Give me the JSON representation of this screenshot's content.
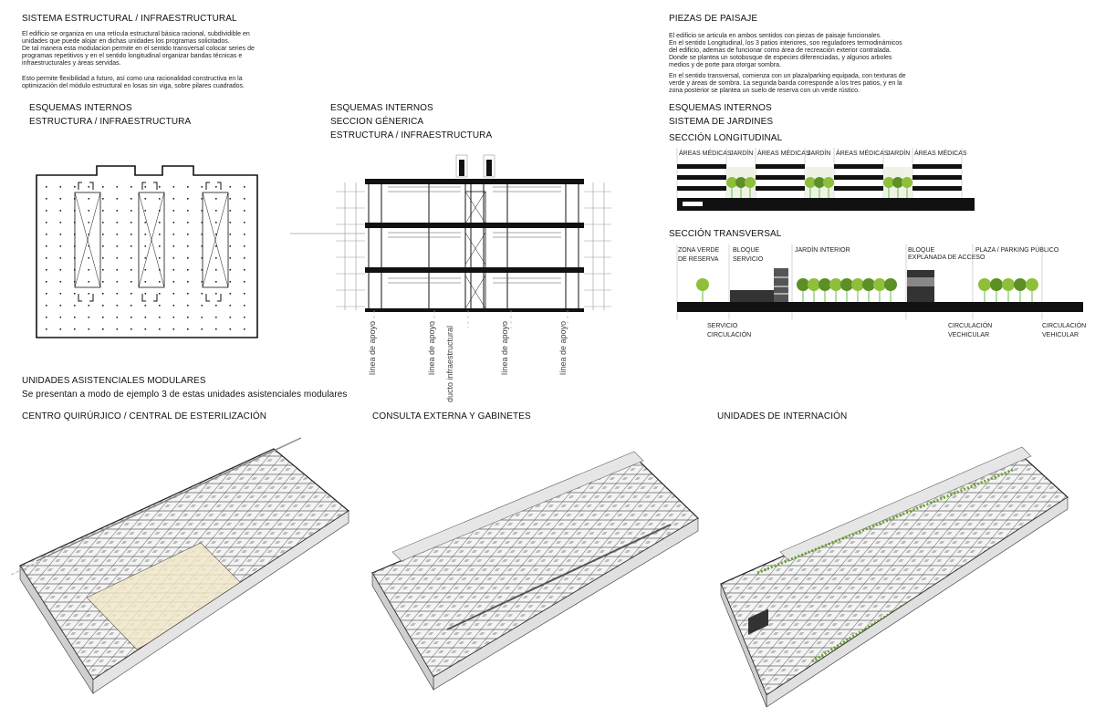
{
  "structure": {
    "title": "SISTEMA ESTRUCTURAL / INFRAESTRUCTURAL",
    "para1": [
      "El edificio se organiza en una retícula estructural básica racional, subdividible en",
      "unidades que puede alojar en dichas unidades los programas solicitados.",
      "De tal manera esta modulacion permite en el sentido transversal colocar series de",
      "programas repetitivos y en el sentido longitudinal organizar bandas técnicas e",
      "infraestructurales y áreas servidas."
    ],
    "para2": [
      "Esto permite flexibilidad a futuro, así como una racionalidad constructiva en la",
      "optimización del módulo estructural en losas sin viga, sobre pilares cuadrados."
    ]
  },
  "landscape": {
    "title": "PIEZAS DE PAISAJE",
    "para1": [
      "El edificio se articula en ambos sentidos con piezas de paisaje funcionales.",
      "En el sentido Longitudinal, los 3 patios interiores, son reguladores termodinámicos",
      "del edificio, ademas de funcionar como área de recreación exterior contralada.",
      "Donde se plantea un sotobosque de especies diferenciadas, y algunos arboles",
      "medios y  de porte para otorgar sombra."
    ],
    "para2": [
      "En el sentido transversal, comienza con un plaza/parking equipada, con texturas de",
      "verde y áreas de sombra. La segunda banda corresponde a los tres patios, y en la",
      "zona posterior se plantea un suelo de reserva con un verde rústico."
    ]
  },
  "scheme1": {
    "line1": "ESQUEMAS INTERNOS",
    "line2": "ESTRUCTURA / INFRAESTRUCTURA"
  },
  "scheme2": {
    "line1": "ESQUEMAS INTERNOS",
    "line2": "SECCION GÉNERICA",
    "line3": "ESTRUCTURA / INFRAESTRUCTURA"
  },
  "scheme3": {
    "line1": "ESQUEMAS INTERNOS",
    "line2": "SISTEMA DE JARDINES",
    "line3": "SECCIÓN LONGITUDINAL",
    "line4": "SECCIÓN TRANSVERSAL"
  },
  "section_labels": [
    "línea de apoyo",
    "línea de apoyo",
    "ducto infraestructural",
    "línea de apoyo",
    "línea de apoyo"
  ],
  "long_labels": [
    "ÁREAS MÉDICAS",
    "JARDÍN",
    "ÁREAS MÉDICAS",
    "JARDÍN",
    "ÁREAS MÉDICAS",
    "JARDÍN",
    "ÁREAS MÉDICAS"
  ],
  "trans_labels": {
    "reserva1": "ZONA VERDE",
    "reserva2": "DE RESERVA",
    "bloque_servicio1": "BLOQUE",
    "bloque_servicio2": "SERVICIO",
    "jardin_interior": "JARDÍN INTERIOR",
    "bloque_acceso1": "BLOQUE",
    "bloque_acceso2": "EXPLANADA DE ACCESO",
    "plaza": "PLAZA / PARKING PÚBLICO",
    "servicio1": "SERVICIO",
    "servicio2": "CIRCULACIÓN",
    "circ1a": "CIRCULACIÓN",
    "circ1b": "VECHICULAR",
    "circ2a": "CIRCULACIÓN",
    "circ2b": "VEHICULAR"
  },
  "units": {
    "title": "UNIDADES ASISTENCIALES MODULARES",
    "subtitle": "Se presentan a modo de ejemplo 3 de estas unidades asistenciales modulares",
    "unit1": "CENTRO QUIRÚRJICO / CENTRAL DE ESTERILIZACIÓN",
    "unit2": "CONSULTA EXTERNA Y GABINETES",
    "unit3": "UNIDADES DE INTERNACIÓN"
  },
  "colors": {
    "tree": "#8fbf3a",
    "treeDark": "#5c8f26",
    "beige": "#f2e8c8",
    "dark": "#111111"
  }
}
